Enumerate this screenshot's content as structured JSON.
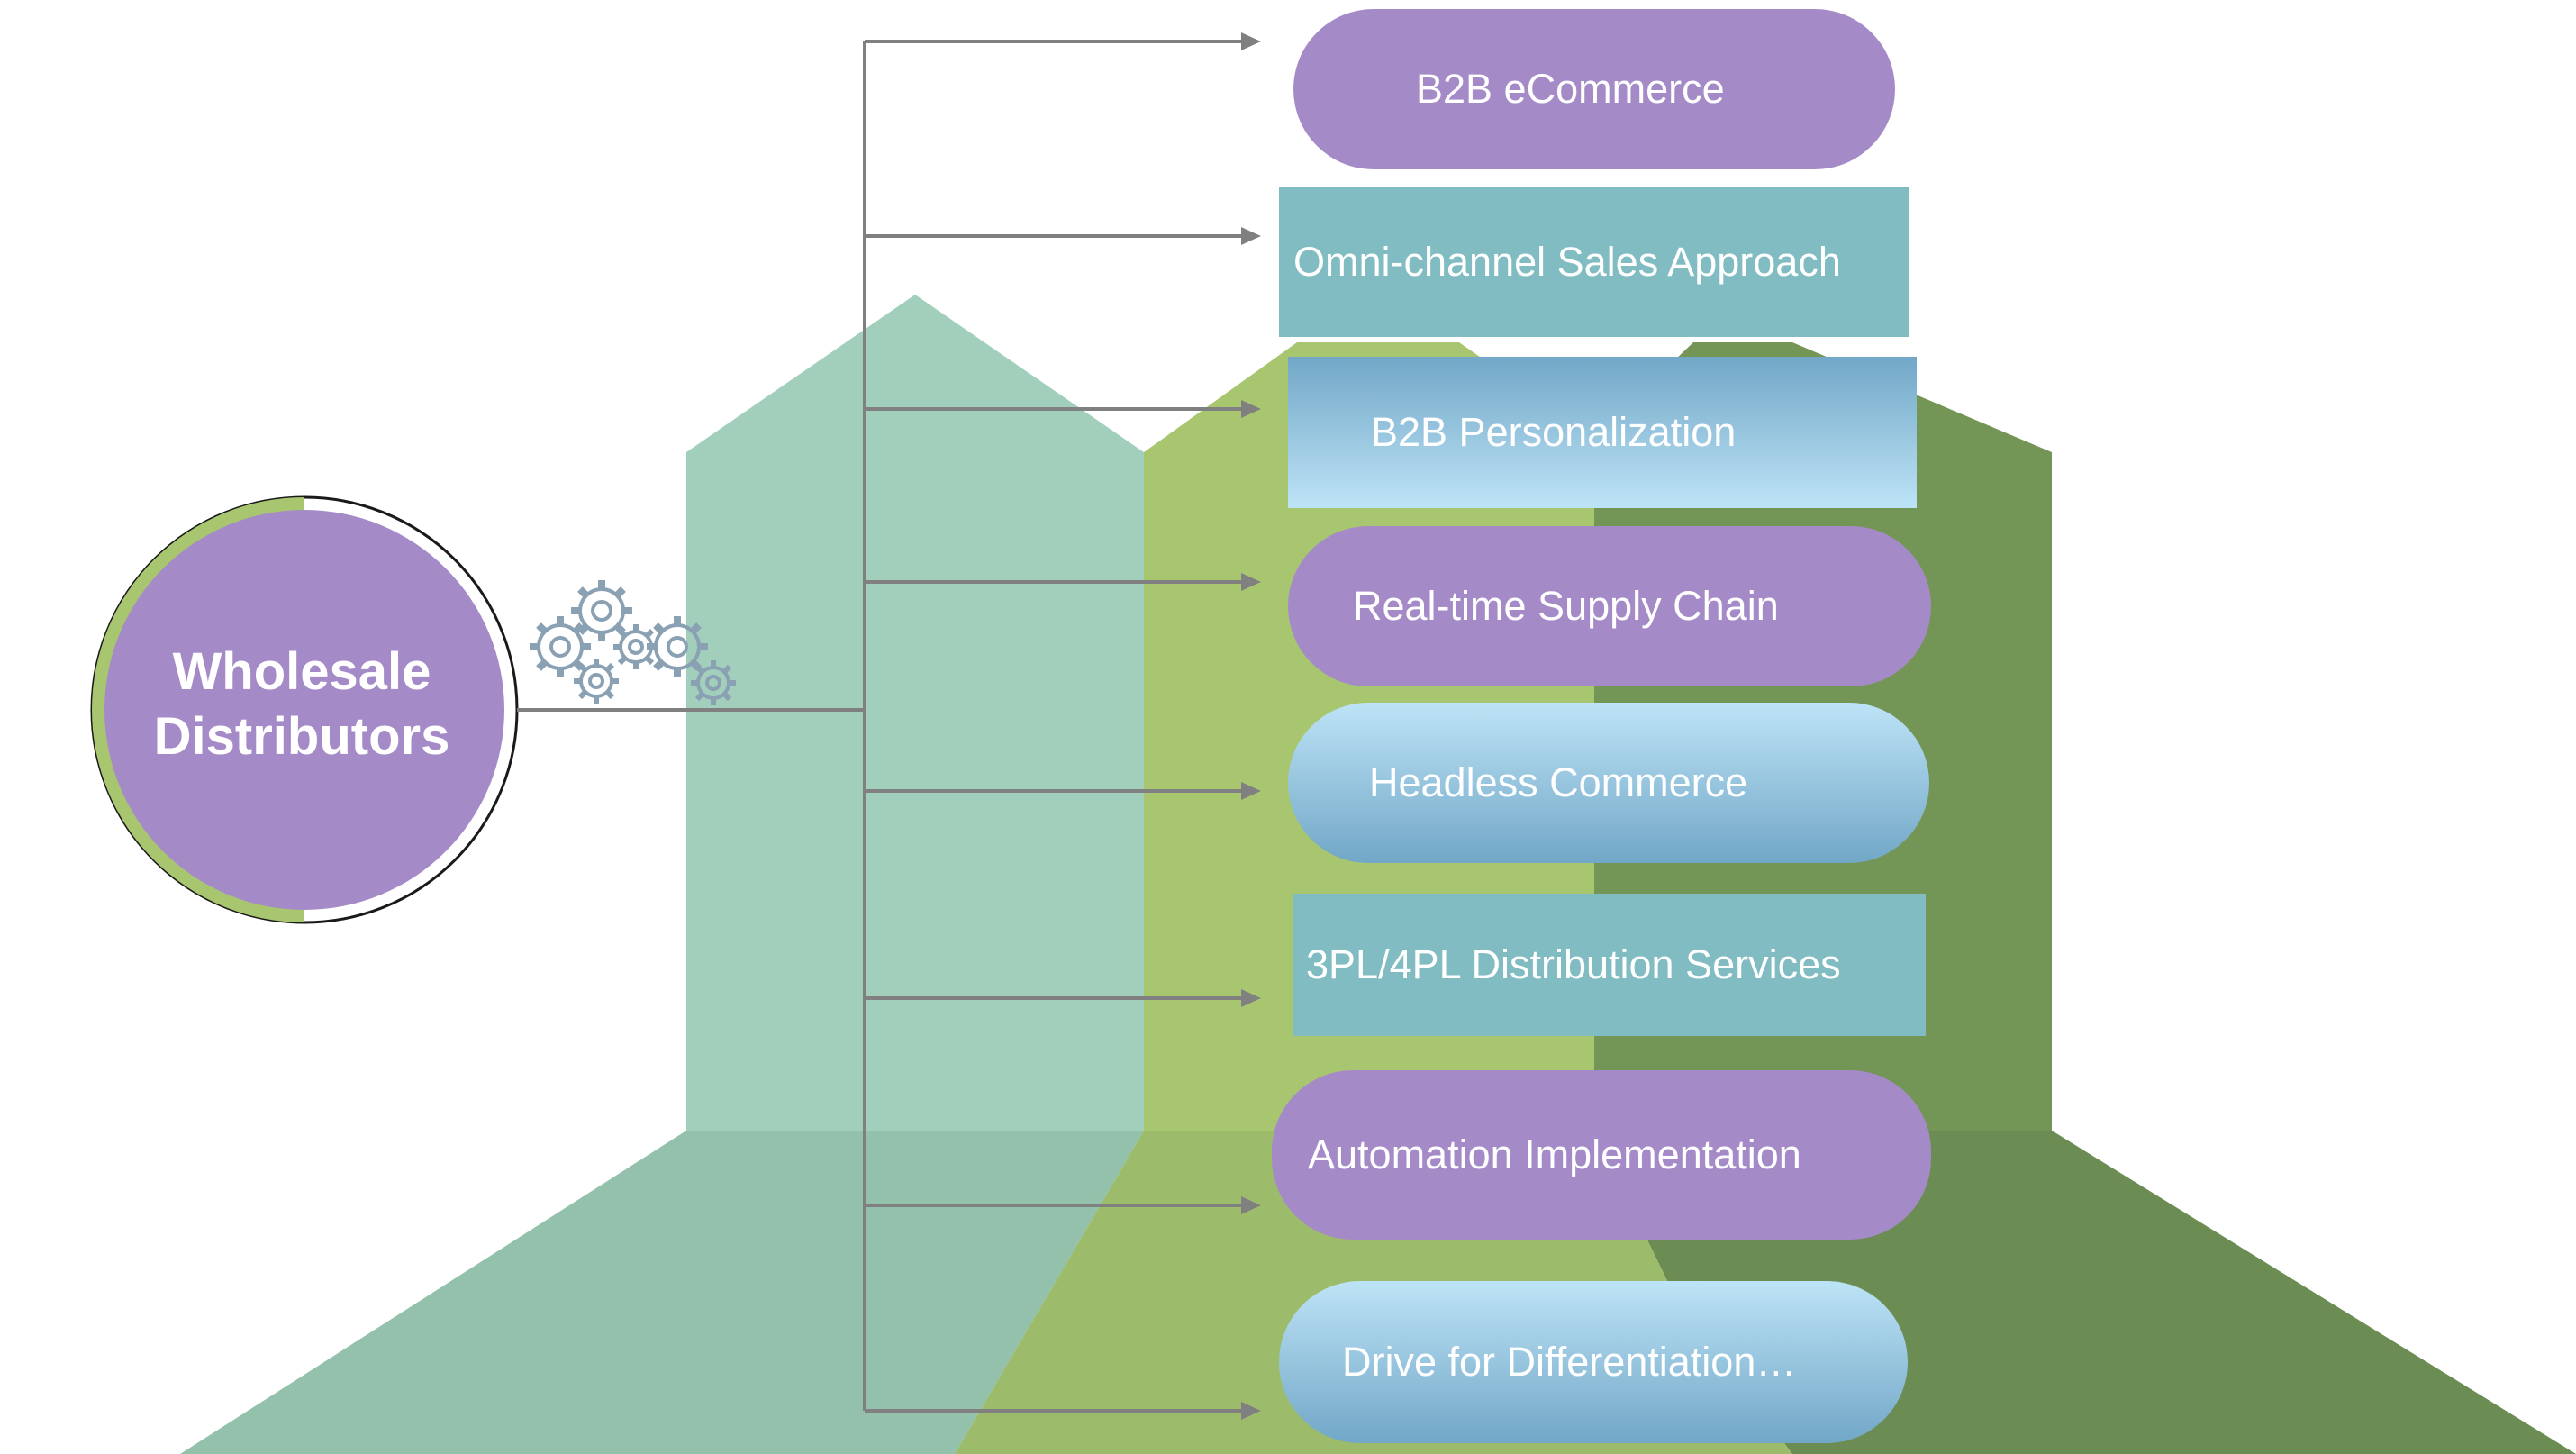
{
  "hub": {
    "line1": "Wholesale",
    "line2": "Distributors"
  },
  "nodes": [
    {
      "label": "B2B eCommerce"
    },
    {
      "label": "Omni-channel Sales Approach"
    },
    {
      "label": "B2B Personalization"
    },
    {
      "label": "Real-time Supply Chain"
    },
    {
      "label": "Headless Commerce"
    },
    {
      "label": "3PL/4PL Distribution Services"
    },
    {
      "label": "Automation Implementation"
    },
    {
      "label": "Drive for Differentiation…"
    }
  ],
  "colors": {
    "purple": "#a58ac8",
    "teal": "#80bcc2",
    "light_blue": "#bde3f6",
    "mint": "#a2cfbb",
    "light_green": "#a8c66f",
    "dark_green": "#739555",
    "connector": "#808080",
    "ring_green": "#a8c66f"
  },
  "icons": [
    "gears-icon"
  ]
}
